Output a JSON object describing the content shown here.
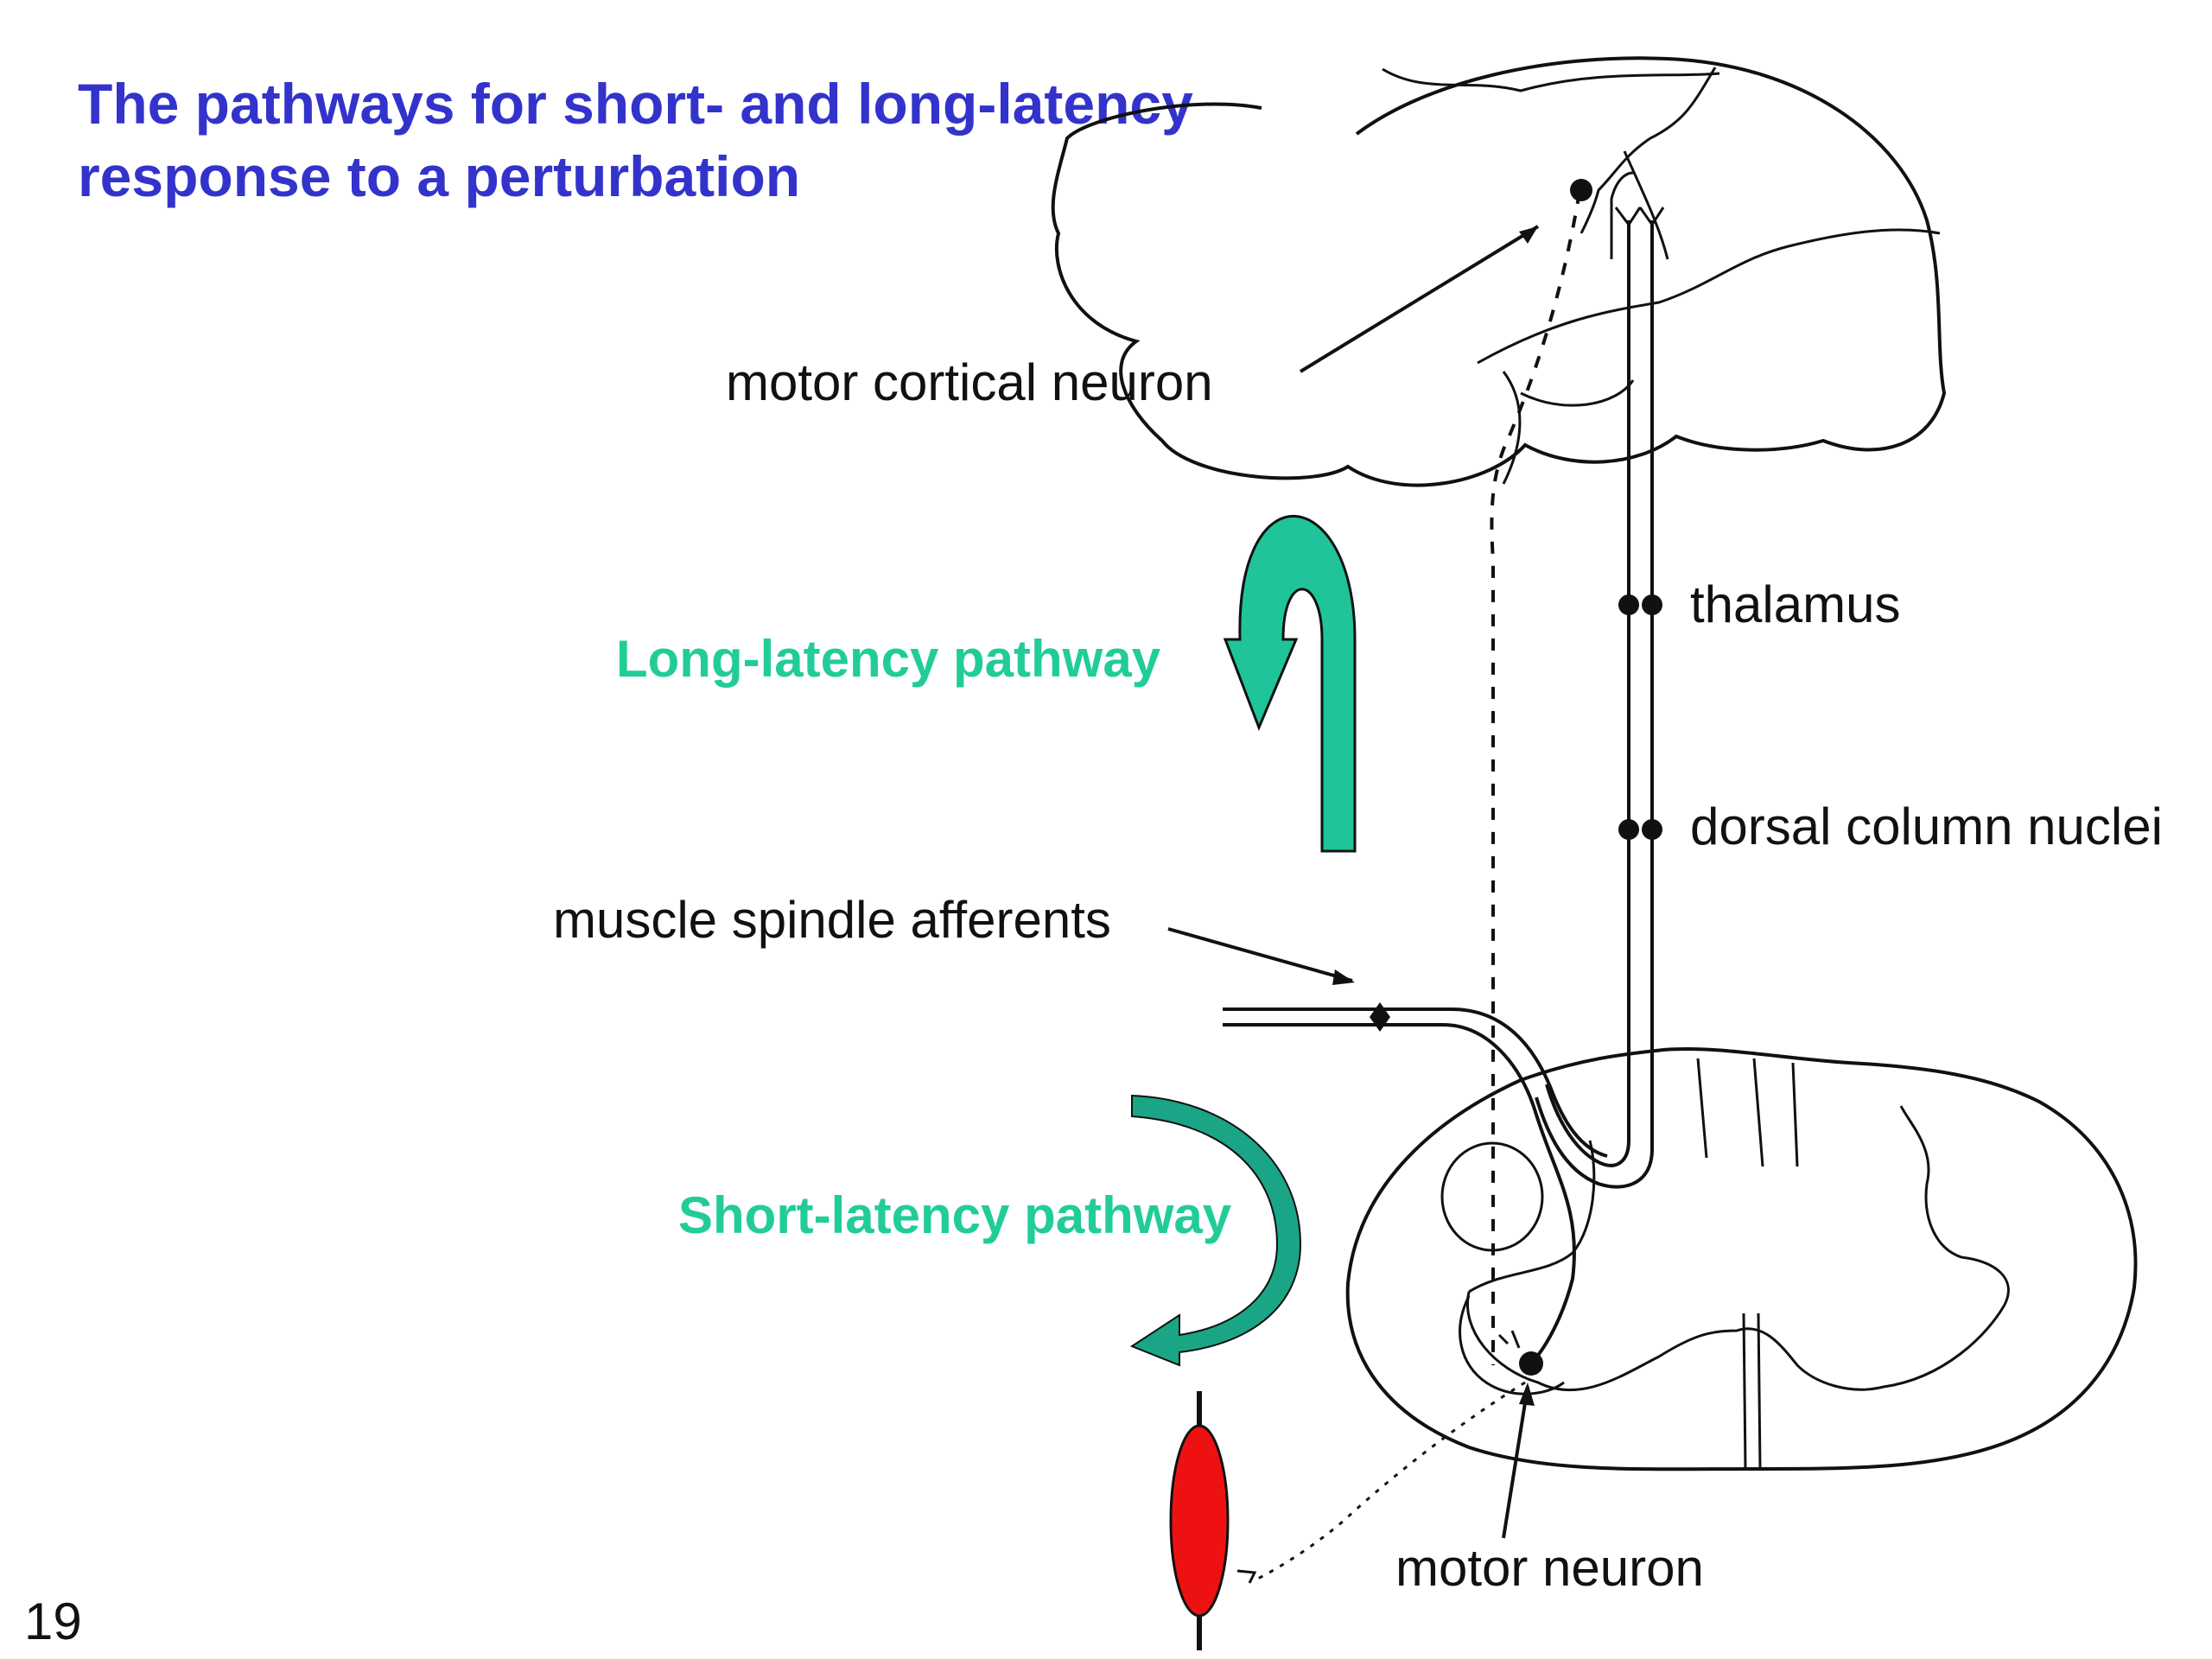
{
  "slide": {
    "title_line1": "The pathways for short- and long-latency",
    "title_line2": "response to a perturbation",
    "slide_number": "19"
  },
  "labels": {
    "motor_cortical_neuron": "motor cortical neuron",
    "thalamus": "thalamus",
    "dorsal_column_nuclei": "dorsal column nuclei",
    "muscle_spindle_afferents": "muscle spindle afferents",
    "motor_neuron": "motor neuron"
  },
  "pathways": {
    "long_latency": "Long-latency pathway",
    "short_latency": "Short-latency pathway"
  },
  "colors": {
    "title": "#3333cc",
    "pathway_text": "#22cc99",
    "pathway_arrow_fill": "#1fc49a",
    "short_arrow_fill": "#1aa586",
    "muscle": "#ee1111",
    "line": "#111111"
  }
}
